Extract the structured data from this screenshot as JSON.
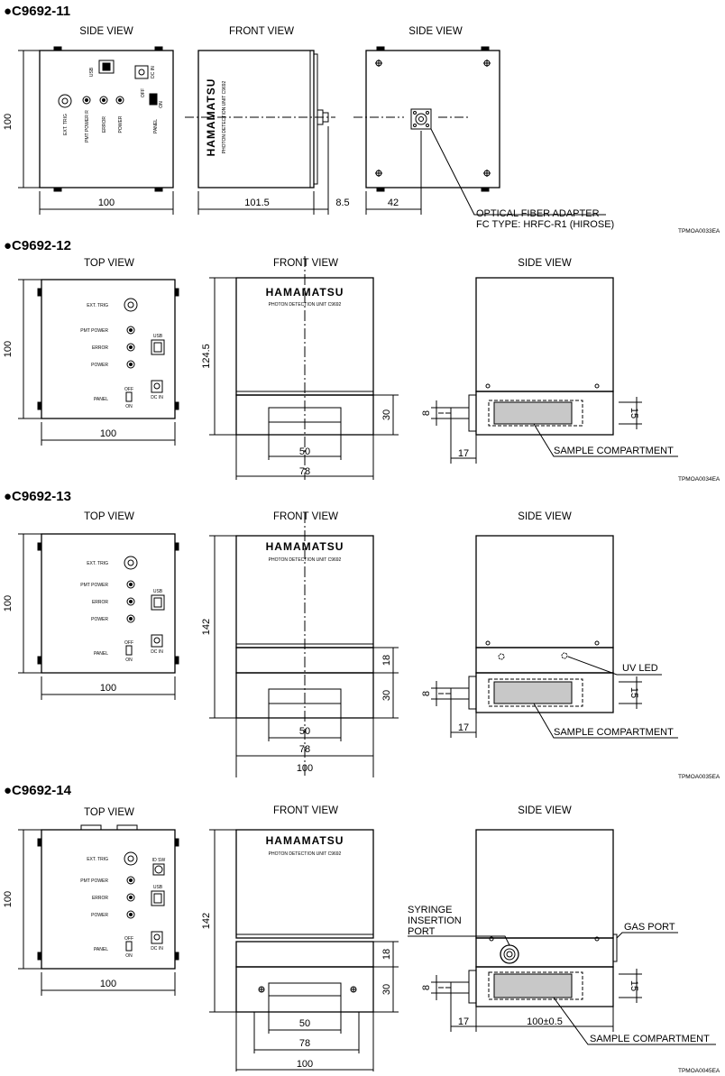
{
  "s11": {
    "title": "●C9692-11",
    "views": [
      "SIDE VIEW",
      "FRONT VIEW",
      "SIDE VIEW"
    ],
    "dims": [
      "100",
      "100",
      "101.5",
      "8.5",
      "42"
    ],
    "panel_labels": {
      "usb": "USB",
      "dcin": "DC IN",
      "off": "OFF",
      "on": "ON",
      "panel": "PANEL",
      "ext_trig": "EXT. TRIG",
      "pmt_power": "PMT POWER R",
      "error": "ERROR",
      "power": "POWER"
    },
    "brand": "HAMAMATSU",
    "unit": "PHOTON DETECTION UNIT C9692",
    "callout": [
      "OPTICAL FIBER ADAPTER",
      "FC TYPE: HRFC-R1 (HIROSE)"
    ],
    "code": "TPMOA0033EA"
  },
  "s12": {
    "title": "●C9692-12",
    "views": [
      "TOP VIEW",
      "FRONT VIEW",
      "SIDE VIEW"
    ],
    "dims": [
      "100",
      "100",
      "124.5",
      "30",
      "50",
      "78",
      "8",
      "15",
      "17"
    ],
    "panel_labels": {
      "ext_trig": "EXT. TRIG",
      "pmt_power": "PMT POWER",
      "error": "ERROR",
      "power": "POWER",
      "panel": "PANEL",
      "off": "OFF",
      "on": "ON",
      "usb": "USB",
      "dcin": "DC IN"
    },
    "brand": "HAMAMATSU",
    "unit": "PHOTON DETECTION UNIT C9692",
    "callout": "SAMPLE COMPARTMENT",
    "code": "TPMOA0034EA"
  },
  "s13": {
    "title": "●C9692-13",
    "views": [
      "TOP VIEW",
      "FRONT VIEW",
      "SIDE VIEW"
    ],
    "dims": [
      "100",
      "100",
      "142",
      "18",
      "30",
      "50",
      "78",
      "100",
      "8",
      "15",
      "17"
    ],
    "panel_labels": {
      "ext_trig": "EXT. TRIG",
      "pmt_power": "PMT POWER",
      "error": "ERROR",
      "power": "POWER",
      "panel": "PANEL",
      "off": "OFF",
      "on": "ON",
      "usb": "USB",
      "dcin": "DC IN"
    },
    "brand": "HAMAMATSU",
    "unit": "PHOTON DETECTION UNIT C9692",
    "callouts": [
      "UV LED",
      "SAMPLE COMPARTMENT"
    ],
    "code": "TPMOA0035EA"
  },
  "s14": {
    "title": "●C9692-14",
    "views": [
      "TOP VIEW",
      "FRONT VIEW",
      "SIDE VIEW"
    ],
    "dims": [
      "100",
      "100",
      "142",
      "18",
      "30",
      "50",
      "78",
      "100",
      "8",
      "15",
      "17",
      "100±0.5"
    ],
    "panel_labels": {
      "ext_trig": "EXT. TRIG",
      "pmt_power": "PMT POWER",
      "error": "ERROR",
      "power": "POWER",
      "panel": "PANEL",
      "off": "OFF",
      "on": "ON",
      "usb": "USB",
      "dcin": "DC IN",
      "idsw": "ID SW"
    },
    "brand": "HAMAMATSU",
    "unit": "PHOTON DETECTION UNIT C9692",
    "callouts": [
      "SYRINGE",
      "INSERTION",
      "PORT",
      "GAS PORT",
      "SAMPLE COMPARTMENT"
    ],
    "code": "TPMOA0045EA"
  }
}
